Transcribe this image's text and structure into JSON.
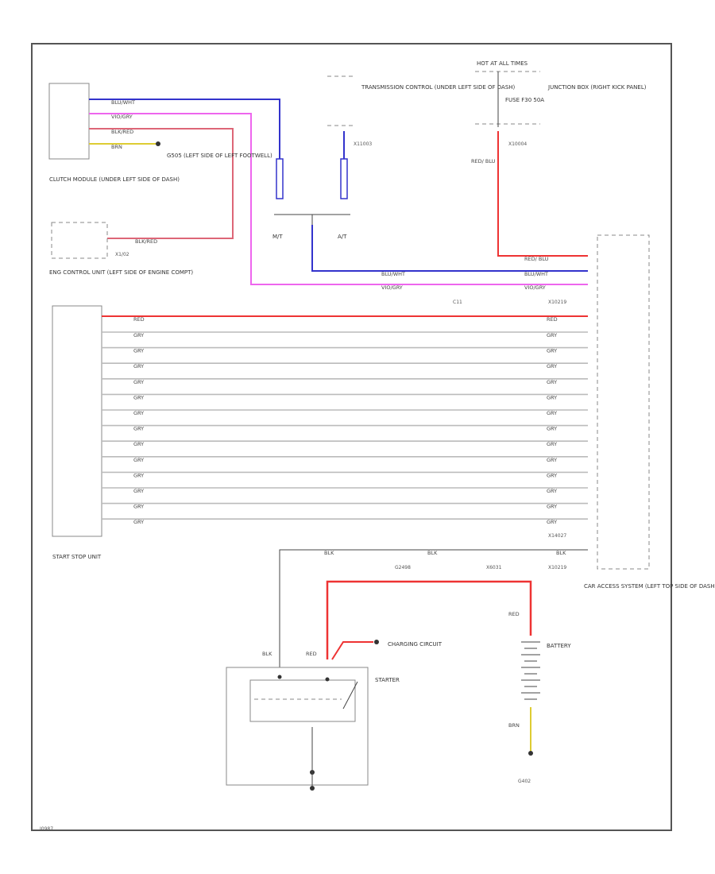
{
  "components": {
    "clutch_module": "CLUTCH MODULE (UNDER LEFT SIDE OF DASH)",
    "ground_g_top": "G505 (LEFT SIDE OF LEFT FOOTWELL)",
    "transmission_control": "TRANSMISSION CONTROL (UNDER LEFT SIDE OF DASH)",
    "hot_at_all_times": "HOT AT ALL TIMES",
    "junction_box": "JUNCTION BOX (RIGHT KICK PANEL)",
    "fuse": "FUSE F30 50A",
    "engine_control_unit": "ENG CONTROL UNIT (LEFT SIDE OF ENGINE COMPT)",
    "start_stop_unit": "START STOP UNIT",
    "car_access_system": "CAR ACCESS SYSTEM (LEFT TOP SIDE OF DASH)",
    "battery": "BATTERY",
    "starter": "STARTER",
    "charging_circuit": "CHARGING CIRCUIT",
    "ground_bottom": "G402",
    "mt": "M/T",
    "at": "A/T",
    "figure_id": "I0987"
  },
  "connectors": {
    "x1": "X1/02",
    "x2": "X11003",
    "x3": "X10004",
    "x4": "X10219",
    "x5": "X14027",
    "x6": "X10219",
    "c1": "C11",
    "c2": "G2498",
    "c3": "X6031"
  },
  "wire_colors": {
    "bu_wht": "BLU/WHT",
    "vio_gry": "VIO/GRY",
    "blk_red": "BLK/RED",
    "brn": "BRN",
    "red": "RED",
    "gry": "GRY",
    "blk": "BLK",
    "red_blu": "RED/ BLU"
  },
  "colors": {
    "blue": "#3333cc",
    "violet": "#ee66ee",
    "red": "#ee3333",
    "pink_red": "#dd6677",
    "yellow": "#ddcc33",
    "gray": "#bbbbbb",
    "dark": "#444444"
  },
  "gray_wire_count": 13
}
